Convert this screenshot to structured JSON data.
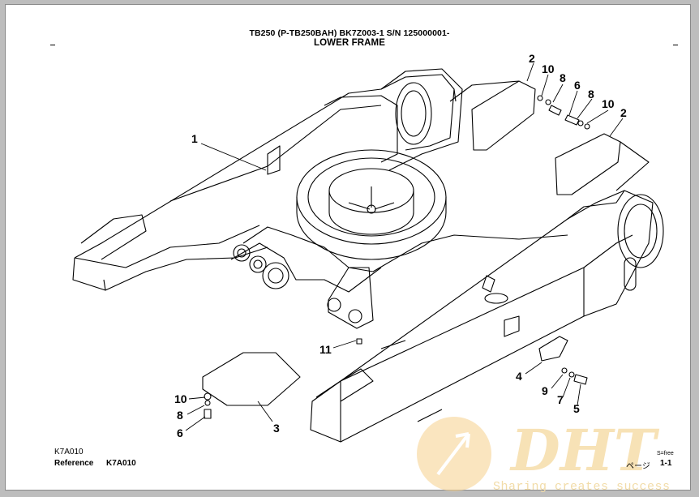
{
  "header": {
    "model_line": "TB250 (P-TB250BAH) BK7Z003-1 S/N 125000001-",
    "title": "LOWER FRAME"
  },
  "callouts": [
    "1",
    "2",
    "10",
    "8",
    "6",
    "8",
    "10",
    "2",
    "11",
    "4",
    "9",
    "7",
    "5",
    "3",
    "10",
    "8",
    "6"
  ],
  "footer": {
    "code_small": "K7A010",
    "reference_label": "Reference",
    "reference_code": "K7A010",
    "sfree": "S=free",
    "page_label": "ページ",
    "page_number": "1-1"
  },
  "watermark": {
    "logo_text": "DHT",
    "slogan": "Sharing creates success"
  },
  "colors": {
    "line": "#000000",
    "paper": "#ffffff",
    "watermark": "#f3c87a"
  }
}
